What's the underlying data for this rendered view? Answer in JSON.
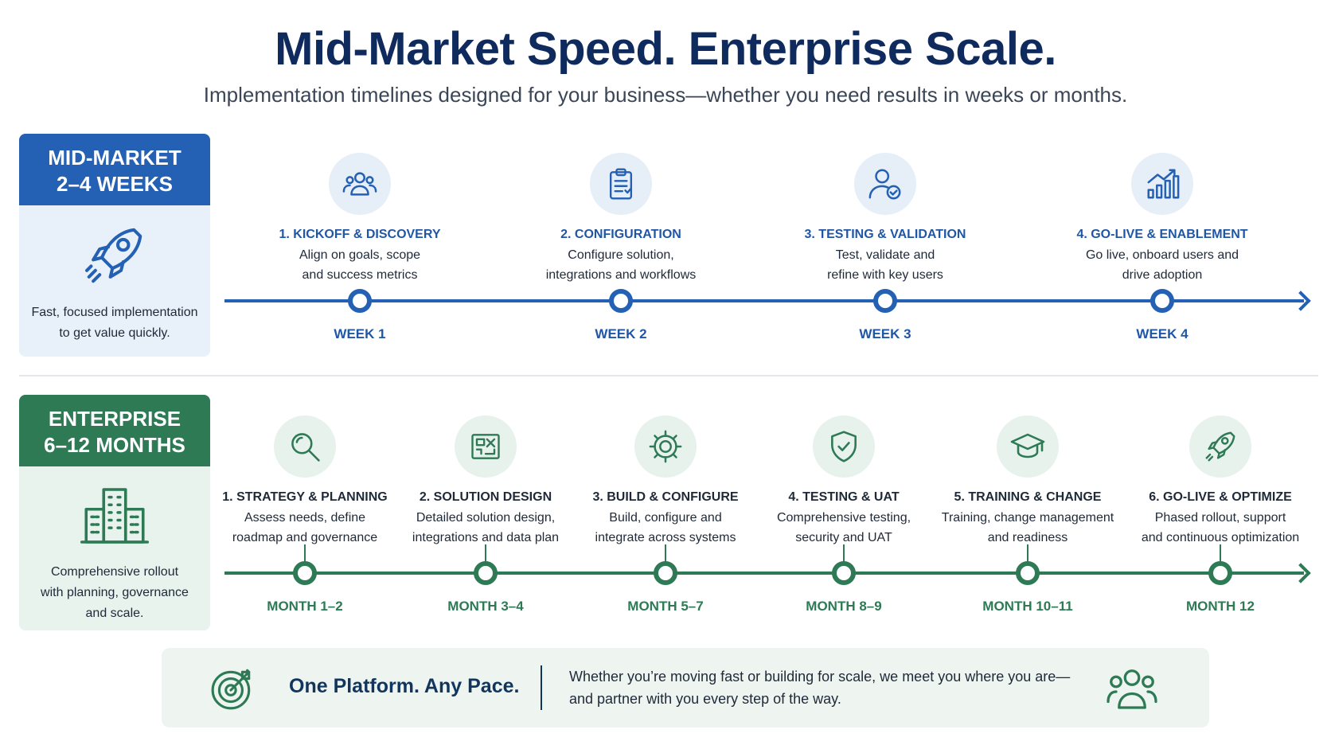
{
  "header": {
    "title": "Mid-Market Speed. Enterprise Scale.",
    "subtitle": "Implementation timelines designed for your business—whether you need results in weeks or months."
  },
  "colors": {
    "blue": "#2460b3",
    "green": "#2d7a55",
    "navy": "#0f2a5c"
  },
  "mid_market": {
    "card_title_line1": "MID-MARKET",
    "card_title_line2": "2–4 WEEKS",
    "card_icon": "rocket-icon",
    "card_desc_line1": "Fast, focused implementation",
    "card_desc_line2": "to get value quickly.",
    "steps": [
      {
        "icon": "team-icon",
        "title": "1. KICKOFF & DISCOVERY",
        "desc1": "Align on goals, scope",
        "desc2": "and success metrics",
        "label": "WEEK 1"
      },
      {
        "icon": "clipboard-icon",
        "title": "2. CONFIGURATION",
        "desc1": "Configure solution,",
        "desc2": "integrations and workflows",
        "label": "WEEK 2"
      },
      {
        "icon": "user-check-icon",
        "title": "3. TESTING & VALIDATION",
        "desc1": "Test, validate and",
        "desc2": "refine with key users",
        "label": "WEEK 3"
      },
      {
        "icon": "growth-chart-icon",
        "title": "4. GO-LIVE & ENABLEMENT",
        "desc1": "Go live, onboard users and",
        "desc2": "drive adoption",
        "label": "WEEK 4"
      }
    ]
  },
  "enterprise": {
    "card_title_line1": "ENTERPRISE",
    "card_title_line2": "6–12 MONTHS",
    "card_icon": "buildings-icon",
    "card_desc_line1": "Comprehensive rollout",
    "card_desc_line2": "with planning, governance",
    "card_desc_line3": "and scale.",
    "steps": [
      {
        "icon": "magnifier-icon",
        "title": "1. STRATEGY & PLANNING",
        "desc1": "Assess needs, define",
        "desc2": "roadmap and governance",
        "label": "MONTH 1–2"
      },
      {
        "icon": "blueprint-icon",
        "title": "2. SOLUTION DESIGN",
        "desc1": "Detailed solution design,",
        "desc2": "integrations and data plan",
        "label": "MONTH 3–4"
      },
      {
        "icon": "gear-icon",
        "title": "3. BUILD & CONFIGURE",
        "desc1": "Build, configure and",
        "desc2": "integrate across systems",
        "label": "MONTH 5–7"
      },
      {
        "icon": "shield-check-icon",
        "title": "4. TESTING & UAT",
        "desc1": "Comprehensive testing,",
        "desc2": "security and UAT",
        "label": "MONTH 8–9"
      },
      {
        "icon": "graduation-cap-icon",
        "title": "5. TRAINING & CHANGE",
        "desc1": "Training, change management",
        "desc2": "and readiness",
        "label": "MONTH 10–11"
      },
      {
        "icon": "rocket-icon",
        "title": "6. GO-LIVE & OPTIMIZE",
        "desc1": "Phased rollout, support",
        "desc2": "and continuous optimization",
        "label": "MONTH 12"
      }
    ]
  },
  "footer": {
    "icon": "target-icon",
    "title": "One Platform. Any Pace.",
    "text_line1": "Whether you’re moving fast or building for scale, we meet you where you are—",
    "text_line2": "and partner with you every step of the way.",
    "icon_right": "team-icon"
  }
}
